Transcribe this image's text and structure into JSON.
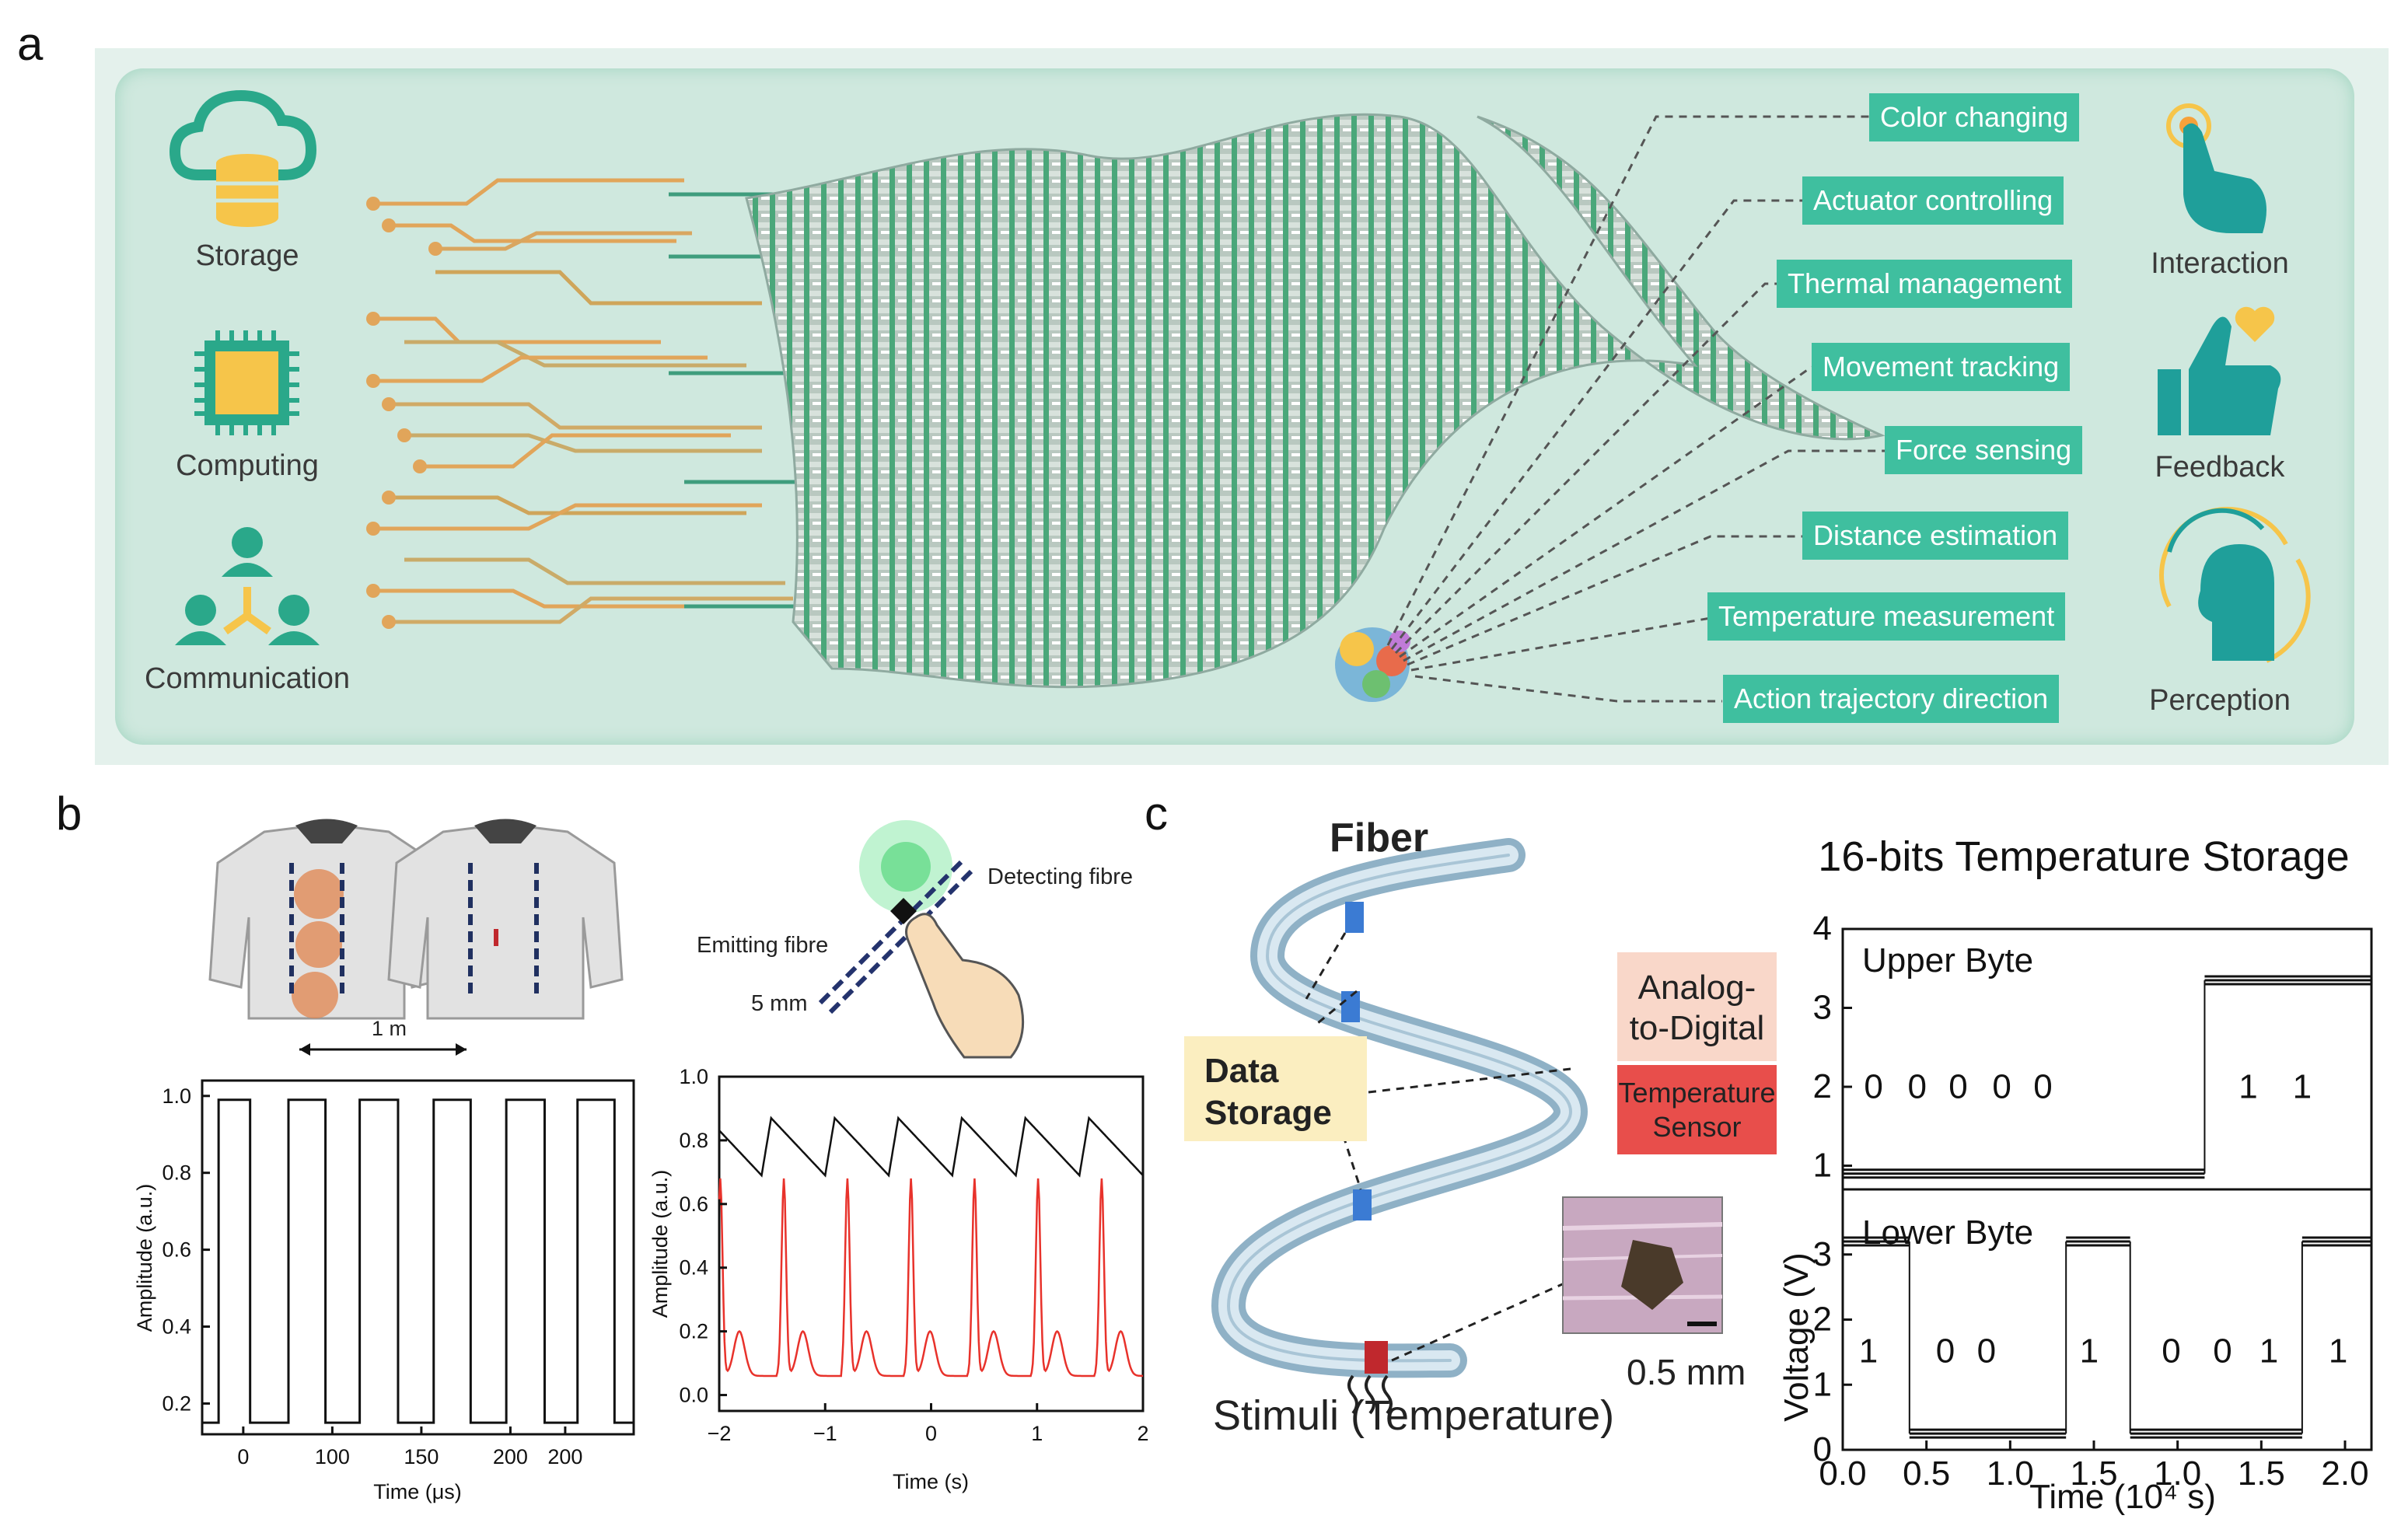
{
  "panel_letters": {
    "a": "a",
    "b": "b",
    "c": "c"
  },
  "panel_a": {
    "left_labels": [
      "Storage",
      "Computing",
      "Communication"
    ],
    "functions": [
      "Color changing",
      "Actuator controlling",
      "Thermal management",
      "Movement tracking",
      "Force sensing",
      "Distance estimation",
      "Temperature measurement",
      "Action trajectory direction"
    ],
    "right_labels": [
      "Interaction",
      "Feedback",
      "Perception"
    ]
  },
  "panel_b": {
    "shirt_distance": "1 m",
    "fibre_labels": {
      "detecting": "Detecting fibre",
      "emitting": "Emitting fibre",
      "spacing": "5 mm"
    }
  },
  "panel_c": {
    "fiber_title": "Fiber",
    "data_storage": "Data Storage",
    "adc_line1": "Analog-",
    "adc_line2": "to-Digital",
    "sensor_line1": "Temperature",
    "sensor_line2": "Sensor",
    "stimuli": "Stimuli (Temperature)",
    "scale_bar": "0.5 mm"
  },
  "chart_data": [
    {
      "type": "line",
      "xlabel": "Time (μs)",
      "ylabel": "Amplitude (a.u.)",
      "x_ticks": [
        "0",
        "100",
        "150",
        "200",
        "200"
      ],
      "y_ticks": [
        "0.2",
        "0.4",
        "0.6",
        "0.8",
        "1.0"
      ],
      "xlim": [
        -30,
        285
      ],
      "ylim": [
        0.12,
        1.04
      ],
      "series": [
        {
          "high": 0.99,
          "low": 0.15,
          "pulses": [
            [
              -18,
              5
            ],
            [
              33,
              60
            ],
            [
              85,
              113
            ],
            [
              139,
              166
            ],
            [
              192,
              220
            ],
            [
              244,
              271
            ]
          ]
        }
      ]
    },
    {
      "type": "line",
      "xlabel": "Time (s)",
      "ylabel": "Amplitude (a.u.)",
      "x_ticks": [
        "−2",
        "−1",
        "0",
        "1",
        "2"
      ],
      "y_ticks": [
        "0.0",
        "0.2",
        "0.4",
        "0.6",
        "0.8",
        "1.0"
      ],
      "xlim": [
        -2,
        2
      ],
      "ylim": [
        -0.05,
        1.0
      ],
      "series": [
        {
          "color": "#111111",
          "base": 0.69,
          "peak": 0.87,
          "period": 0.6,
          "phase": -1.6
        },
        {
          "color": "#e8322b",
          "base": 0.0,
          "peak": 0.62,
          "period": 0.6,
          "phase": -1.45
        }
      ]
    },
    {
      "type": "line",
      "title": "16-bits Temperature Storage",
      "xlabel": "Time (10⁴ s)",
      "ylabel": "Voltage (V)",
      "x_ticks": [
        "0.0",
        "0.5",
        "1.0",
        "1.5",
        "1.0",
        "1.5",
        "2.0"
      ],
      "upper": {
        "name": "Upper Byte",
        "y_ticks": [
          "1",
          "2",
          "3",
          "4"
        ],
        "ylim": [
          0.7,
          4.0
        ],
        "bits": [
          "0",
          "0",
          "0",
          "0",
          "0",
          "1",
          "1"
        ],
        "levels": [
          [
            0.0,
            1.41,
            0.9
          ],
          [
            1.41,
            2.06,
            3.35
          ]
        ]
      },
      "lower": {
        "name": "Lower Byte",
        "y_ticks": [
          "0",
          "1",
          "2",
          "3"
        ],
        "ylim": [
          0,
          4.0
        ],
        "bits": [
          "1",
          "0",
          "0",
          "1",
          "0",
          "0",
          "1",
          "1"
        ],
        "levels": [
          [
            0.0,
            0.26,
            3.2
          ],
          [
            0.26,
            0.87,
            0.25
          ],
          [
            0.87,
            1.12,
            3.2
          ],
          [
            1.12,
            1.79,
            0.25
          ],
          [
            1.79,
            2.06,
            3.2
          ]
        ]
      }
    }
  ]
}
